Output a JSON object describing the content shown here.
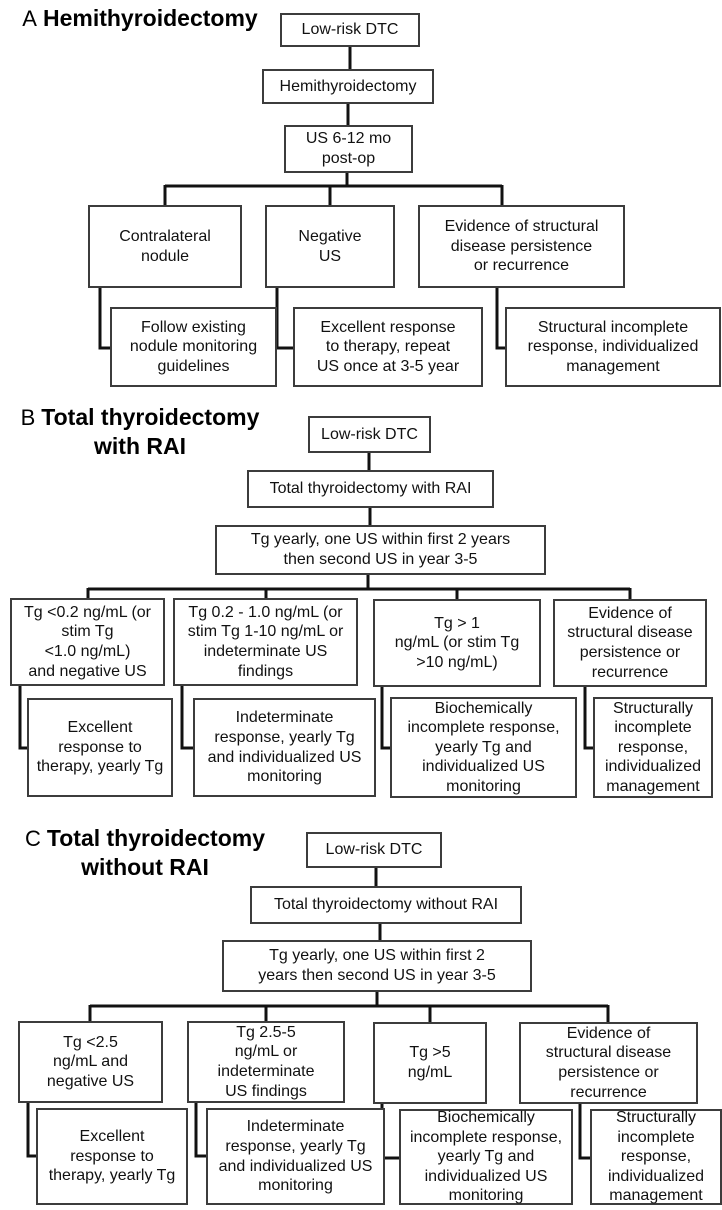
{
  "colors": {
    "background": "#ffffff",
    "line": "#111111",
    "box_border": "#3c3c3c",
    "text": "#111111"
  },
  "panels": [
    {
      "letter": "A",
      "title": "Hemithyroidectomy",
      "title_line2": "",
      "root": "Low-risk DTC",
      "surgery": "Hemithyroidectomy",
      "followup": "US 6-12 mo\npost-op",
      "conditions": [
        "Contralateral\nnodule",
        "Negative\nUS",
        "Evidence of structural\ndisease persistence\nor recurrence"
      ],
      "outcomes": [
        "Follow existing\nnodule monitoring\nguidelines",
        "Excellent response\nto therapy, repeat\nUS once at 3-5 year",
        "Structural incomplete\nresponse, individualized\nmanagement"
      ]
    },
    {
      "letter": "B",
      "title": "Total thyroidectomy",
      "title_line2": "with RAI",
      "root": "Low-risk DTC",
      "surgery": "Total thyroidectomy with RAI",
      "followup": "Tg yearly, one US within first 2 years\nthen second US in year 3-5",
      "conditions": [
        "Tg <0.2 ng/mL (or\nstim Tg\n<1.0 ng/mL)\nand negative US",
        "Tg 0.2 - 1.0 ng/mL (or\nstim Tg 1-10 ng/mL or\nindeterminate US\nfindings",
        "Tg > 1\nng/mL (or stim Tg\n>10 ng/mL)",
        "Evidence of\nstructural disease\npersistence or\nrecurrence"
      ],
      "outcomes": [
        "Excellent\nresponse to\ntherapy, yearly Tg",
        "Indeterminate\nresponse, yearly Tg\nand individualized US\nmonitoring",
        "Biochemically\nincomplete response,\nyearly Tg and\nindividualized US\nmonitoring",
        "Structurally\nincomplete\nresponse,\nindividualized\nmanagement"
      ]
    },
    {
      "letter": "C",
      "title": "Total thyroidectomy",
      "title_line2": "without RAI",
      "root": "Low-risk DTC",
      "surgery": "Total thyroidectomy without RAI",
      "followup": "Tg yearly, one US within first 2\nyears then second US in year 3-5",
      "conditions": [
        "Tg <2.5\nng/mL and\nnegative US",
        "Tg 2.5-5\nng/mL or\nindeterminate\nUS findings",
        "Tg >5\nng/mL",
        "Evidence of\nstructural disease\npersistence or\nrecurrence"
      ],
      "outcomes": [
        "Excellent\nresponse to\ntherapy, yearly Tg",
        "Indeterminate\nresponse, yearly Tg\nand individualized US\nmonitoring",
        "Biochemically\nincomplete response,\nyearly Tg and\nindividualized US\nmonitoring",
        "Structurally\nincomplete\nresponse,\nindividualized\nmanagement"
      ]
    }
  ]
}
